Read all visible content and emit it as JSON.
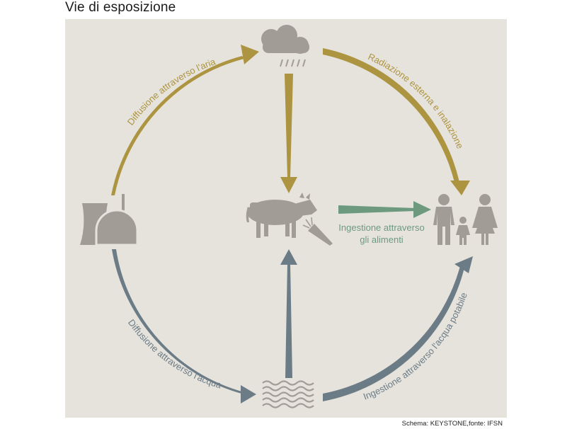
{
  "title": "Vie di esposizione",
  "source": "Schema: KEYSTONE,fonte: IFSN",
  "labels": {
    "air": "Diffusione attraverso l'aria",
    "radiation": "Radiazione esterna e inalazione",
    "water": "Diffusione attraverso l'acqua",
    "drinking": "Ingestione attraverso l'acqua potabile",
    "food_line1": "Ingestione attraverso",
    "food_line2": "gli alimenti"
  },
  "colors": {
    "gold": "#ad9440",
    "slate": "#6c7c86",
    "green": "#6d9a7f",
    "icon": "#a29c97",
    "panel": "#e6e3dd"
  },
  "icons": [
    "cloud-rain-icon",
    "power-plant-icon",
    "cow-icon",
    "carrot-icon",
    "family-icon",
    "water-waves-icon"
  ]
}
